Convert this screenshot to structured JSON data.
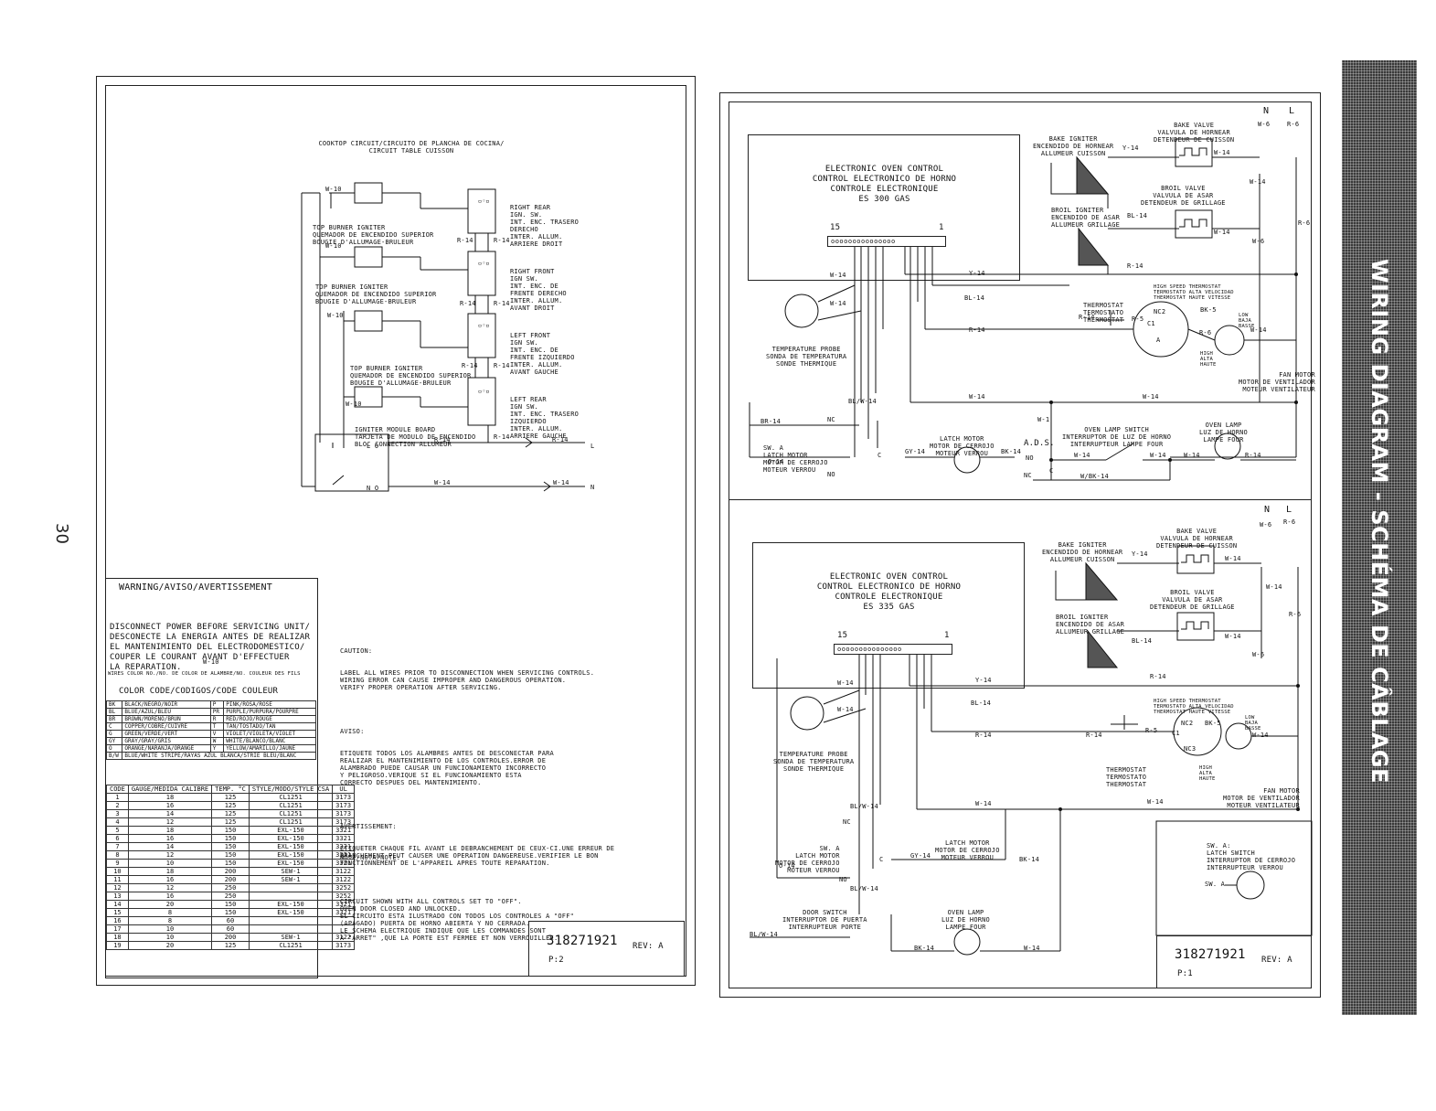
{
  "page_number": "30",
  "side_tab": "WIRING DIAGRAM - SCHÉMA DE CÂBLAGE",
  "left": {
    "cooktop_title": [
      "COOKTOP CIRCUIT/CIRCUITO DE PLANCHA DE COCINA/",
      "CIRCUIT TABLE CUISSON"
    ],
    "igniter_lines": [
      [
        "TOP BURNER IGNITER",
        "QUEMADOR DE ENCENDIDO SUPERIOR",
        "BOUGIE D'ALLUMAGE-BRULEUR"
      ],
      [
        "TOP BURNER IGNITER",
        "QUEMADOR DE ENCENDIDO SUPERIOR",
        "BOUGIE D'ALLUMAGE-BRULEUR"
      ],
      [
        "TOP BURNER IGNITER",
        "QUEMADOR DE ENCENDIDO SUPERIOR",
        "BOUGIE D'ALLUMAGE-BRULEUR"
      ],
      [
        "IGNITER MODULE BOARD",
        "TARJETA DE MODULO DE ENCENDIDO",
        "BLOC CONNECTION ALLUMEUR"
      ]
    ],
    "switches": [
      [
        "RIGHT REAR",
        "IGN. SW.",
        "INT. ENC. TRASERO",
        "DERECHO",
        "INTER. ALLUM.",
        "ARRIERE DROIT"
      ],
      [
        "RIGHT FRONT",
        "IGN SW.",
        "INT. ENC. DE",
        "FRENTE DERECHO",
        "INTER. ALLUM.",
        "AVANT DROIT"
      ],
      [
        "LEFT FRONT",
        "IGN SW.",
        "INT. ENC. DE",
        "FRENTE IZQUIERDO",
        "INTER. ALLUM.",
        "AVANT GAUCHE"
      ],
      [
        "LEFT REAR",
        "IGN SW.",
        "INT. ENC. TRASERO",
        "IZQUIERDO",
        "INTER. ALLUM.",
        "ARRIERE GAUCHE"
      ]
    ],
    "wire_labels": {
      "w10": "W-10",
      "r14": "R-14",
      "w14": "W-14",
      "L": "L",
      "N": "N",
      "lo": "L O",
      "no": "N O"
    },
    "warning_title": "WARNING/AVISO/AVERTISSEMENT",
    "warning_text": [
      "DISCONNECT POWER BEFORE SERVICING UNIT/",
      "DESCONECTE LA ENERGIA ANTES DE REALIZAR",
      "EL MANTENIMIENTO DEL ELECTRODOMESTICO/",
      "COUPER LE COURANT AVANT D'EFFECTUER",
      "LA REPARATION."
    ],
    "wire_example": "W-10",
    "wire_example_note": "WIRES COLOR NO./NO. DE COLOR DE ALAMBRE/NO. COULEUR DES FILS",
    "color_title": "COLOR CODE/CODIGOS/CODE COULEUR",
    "color_codes": [
      [
        "BK",
        "BLACK/NEGRO/NOIR",
        "P",
        "PINK/ROSA/ROSE"
      ],
      [
        "BL",
        "BLUE/AZUL/BLEU",
        "PR",
        "PURPLE/PURPURA/POURPRE"
      ],
      [
        "BR",
        "BROWN/MORENO/BRUN",
        "R",
        "RED/ROJO/ROUGE"
      ],
      [
        "C",
        "COPPER/COBRE/CUIVRE",
        "T",
        "TAN/TOSTADO/TAN"
      ],
      [
        "G",
        "GREEN/VERDE/VERT",
        "V",
        "VIOLET/VIOLETA/VIOLET"
      ],
      [
        "GY",
        "GRAY/GRAY/GRIS",
        "W",
        "WHITE/BLANCO/BLANC"
      ],
      [
        "O",
        "ORANGE/NARANJA/ORANGE",
        "Y",
        "YELLOW/AMARILLO/JAUNE"
      ],
      [
        "B/W",
        "BLUE/WHITE STRIPE/RAYAS AZUL BLANCA/STRIE BLEU/BLANC",
        "",
        ""
      ]
    ],
    "gauge_header": [
      "CODE",
      "GAUGE/MEDIDA CALIBRE",
      "TEMP. °C",
      "STYLE/MODO/STYLE CSA",
      "UL"
    ],
    "gauge_rows": [
      [
        "1",
        "18",
        "125",
        "CL1251",
        "3173"
      ],
      [
        "2",
        "16",
        "125",
        "CL1251",
        "3173"
      ],
      [
        "3",
        "14",
        "125",
        "CL1251",
        "3173"
      ],
      [
        "4",
        "12",
        "125",
        "CL1251",
        "3173"
      ],
      [
        "5",
        "18",
        "150",
        "EXL-150",
        "3321"
      ],
      [
        "6",
        "16",
        "150",
        "EXL-150",
        "3321"
      ],
      [
        "7",
        "14",
        "150",
        "EXL-150",
        "3321"
      ],
      [
        "8",
        "12",
        "150",
        "EXL-150",
        "3321"
      ],
      [
        "9",
        "10",
        "150",
        "EXL-150",
        "3321"
      ],
      [
        "10",
        "18",
        "200",
        "SEW-1",
        "3122"
      ],
      [
        "11",
        "16",
        "200",
        "SEW-1",
        "3122"
      ],
      [
        "12",
        "12",
        "250",
        "",
        "3252"
      ],
      [
        "13",
        "16",
        "250",
        "",
        "3252"
      ],
      [
        "14",
        "20",
        "150",
        "EXL-150",
        "3321"
      ],
      [
        "15",
        "8",
        "150",
        "EXL-150",
        "3321"
      ],
      [
        "16",
        "8",
        "60",
        "",
        ""
      ],
      [
        "17",
        "10",
        "60",
        "",
        ""
      ],
      [
        "18",
        "10",
        "200",
        "SEW-1",
        "3122"
      ],
      [
        "19",
        "20",
        "125",
        "CL1251",
        "3173"
      ]
    ],
    "caution_title": "CAUTION:",
    "caution_text": [
      "LABEL ALL WIRES PRIOR TO DISCONNECTION WHEN SERVICING CONTROLS.",
      "WIRING ERROR CAN CAUSE IMPROPER AND DANGEROUS OPERATION.",
      "VERIFY PROPER OPERATION AFTER SERVICING."
    ],
    "aviso_title": "AVISO:",
    "aviso_text": [
      "ETIQUETE TODOS LOS ALAMBRES ANTES DE DESCONECTAR PARA",
      "REALIZAR EL MANTENIMIENTO DE LOS CONTROLES.ERROR DE",
      "ALAMBRADO PUEDE CAUSAR UN FUNCIONAMIENTO INCORRECTO",
      "Y PELIGROSO.VERIQUE SI EL FUNCIONAMIENTO ESTA",
      "CORRECTO DESPUES DEL MANTENIMIENTO."
    ],
    "avert_title": "AVERTISSEMENT:",
    "avert_text": [
      "ETIQUETER CHAQUE FIL AVANT LE DEBRANCHEMENT DE CEUX-CI.UNE ERREUR DE",
      "BRANCHEMENT PEUT CAUSER UNE OPERATION DANGEREUSE.VERIFIER LE BON",
      "FONCTIONNEMENT DE L'APPAREIL APRES TOUTE REPARATION."
    ],
    "note_title": "NOTE/NOTA/NOTE:",
    "note_text": [
      "CIRCUIT SHOWN WITH ALL CONTROLS SET TO \"OFF\".",
      "OVEN DOOR CLOSED AND UNLOCKED.",
      "EL CIRCUITO ESTA ILUSTRADO CON TODOS LOS CONTROLES A \"OFF\"",
      "(APAGADO) PUERTA DE HORNO ABIERTA Y NO CERRADA.",
      "LE SCHEMA ELECTRIQUE INDIQUE QUE LES COMMANDES SONT",
      "A \"ARRET\" ,QUE LA PORTE EST FERMEE ET NON VERROUILLEE."
    ],
    "part_number": "318271921",
    "rev": "REV: A",
    "page": "P:2"
  },
  "right": {
    "top": {
      "control": [
        "ELECTRONIC OVEN CONTROL",
        "CONTROL ELECTRONICO DE HORNO",
        "CONTROLE ELECTRONIQUE",
        "ES 300 GAS"
      ],
      "pin_first": "15",
      "pin_last": "1",
      "bake_igniter": [
        "BAKE IGNITER",
        "ENCENDIDO DE HORNEAR",
        "ALLUMEUR CUISSON"
      ],
      "bake_valve": [
        "BAKE VALVE",
        "VALVULA DE HORNEAR",
        "DETENDEUR DE CUISSON"
      ],
      "broil_valve": [
        "BROIL VALVE",
        "VALVULA DE ASAR",
        "DETENDEUR DE GRILLAGE"
      ],
      "broil_igniter": [
        "BROIL IGNITER",
        "ENCENDIDO DE ASAR",
        "ALLUMEUR GRILLAGE"
      ],
      "thermostat": [
        "THERMOSTAT",
        "TERMOSTATO",
        "THERMOSTAT"
      ],
      "high_speed": [
        "HIGH SPEED THERMOSTAT",
        "TERMOSTATO ALTA VELOCIDAD",
        "THERMOSTAT HAUTE VITESSE"
      ],
      "low": [
        "LOW",
        "BAJA",
        "BASSE"
      ],
      "high": [
        "HIGH",
        "ALTA",
        "HAUTE"
      ],
      "fan_motor": [
        "FAN MOTOR",
        "MOTOR DE VENTILADOR",
        "MOTEUR VENTILATEUR"
      ],
      "temp_probe": [
        "TEMPERATURE PROBE",
        "SONDA DE TEMPERATURA",
        "SONDE THERMIQUE"
      ],
      "latch_sw": [
        "SW. A",
        "LATCH MOTOR",
        "MOTOR DE CERROJO",
        "MOTEUR VERROU"
      ],
      "latch_motor": [
        "LATCH MOTOR",
        "MOTOR DE CERROJO",
        "MOTEUR VERROU"
      ],
      "lamp_switch": [
        "OVEN LAMP SWITCH",
        "INTERRUPTOR DE LUZ DE HORNO",
        "INTERRUPTEUR LAMPE FOUR"
      ],
      "oven_lamp": [
        "OVEN LAMP",
        "LUZ DE HORNO",
        "LAMPE FOUR"
      ],
      "ads": "A.D.S.",
      "wires": {
        "y14": "Y-14",
        "w14": "W-14",
        "bl14": "BL-14",
        "r14": "R-14",
        "bk5": "BK-5",
        "r5": "R-5",
        "w6": "W-6",
        "r6": "R-6",
        "br14": "BR-14",
        "o14": "O-14",
        "blw14": "BL/W-14",
        "gy14": "GY-14",
        "bk14": "BK-14",
        "wbk14": "W/BK-14",
        "w1": "W-1",
        "nc": "NC",
        "no": "NO",
        "c": "C",
        "n": "N",
        "l": "L",
        "nc2": "NC2",
        "c1": "C1",
        "a": "A"
      }
    },
    "bottom": {
      "control": [
        "ELECTRONIC OVEN CONTROL",
        "CONTROL ELECTRONICO DE HORNO",
        "CONTROLE ELECTRONIQUE",
        "ES 335 GAS"
      ],
      "door_switch": [
        "DOOR SWITCH",
        "INTERRUPTOR DE PUERTA",
        "INTERRUPTEUR PORTE"
      ],
      "sw_a_box": [
        "SW. A:",
        "LATCH SWITCH",
        "INTERRUPTOR DE CERROJO",
        "INTERRUPTEUR VERROU"
      ],
      "sw_a": "SW. A",
      "nc3": "NC3",
      "wires": {
        "r5": "R-5",
        "w14": "W-14",
        "bk5": "BK-5"
      }
    },
    "part_number": "318271921",
    "rev": "REV: A",
    "page": "P:1"
  }
}
